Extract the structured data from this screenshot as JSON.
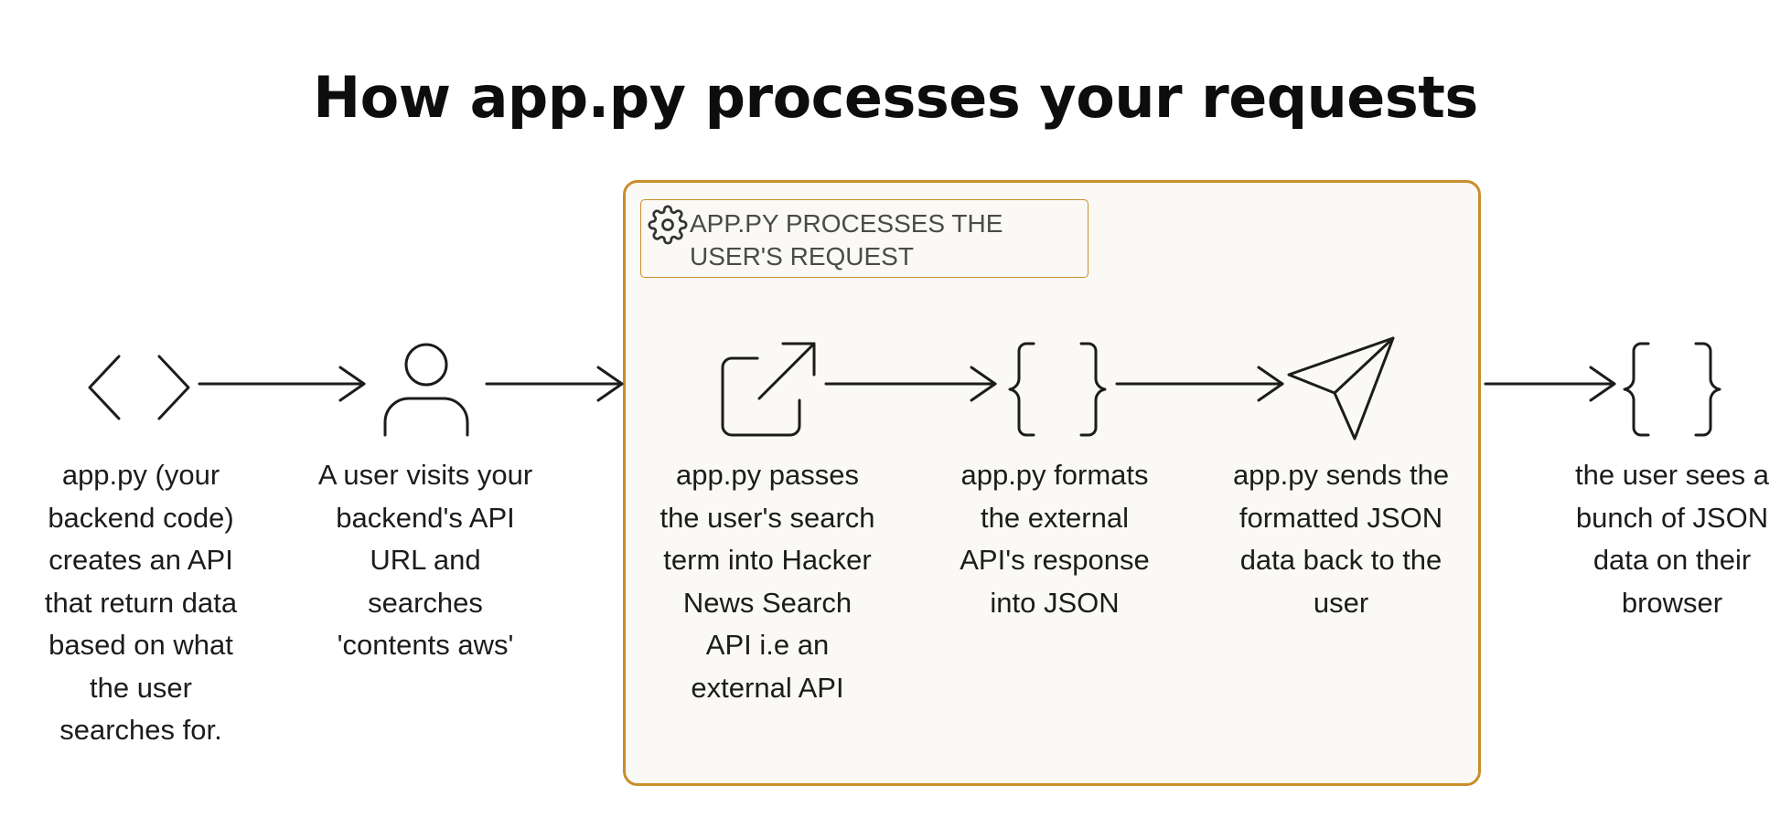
{
  "diagram": {
    "title": "How app.py processes your requests",
    "group": {
      "label": "APP.PY PROCESSES THE USER'S REQUEST",
      "icon": "gear-icon",
      "border_color": "#c98d2b",
      "fill_color": "#faf9f5"
    },
    "nodes": [
      {
        "icon": "code-icon",
        "label": "app.py (your backend code) creates an API that return data based on what the user searches for."
      },
      {
        "icon": "user-icon",
        "label": "A user visits your backend's API URL and searches 'contents aws'"
      },
      {
        "icon": "external-link-icon",
        "label": "app.py passes the user's search term into Hacker News Search API i.e an external API"
      },
      {
        "icon": "curly-braces-icon",
        "label": "app.py formats the external API's response into JSON"
      },
      {
        "icon": "send-icon",
        "label": "app.py sends the formatted JSON data back to the user"
      },
      {
        "icon": "curly-braces-icon",
        "label": "the user sees a bunch of JSON data on their browser"
      }
    ],
    "edges": [
      {
        "from": 0,
        "to": 1
      },
      {
        "from": 1,
        "to": 2
      },
      {
        "from": 2,
        "to": 3
      },
      {
        "from": 3,
        "to": 4
      },
      {
        "from": 4,
        "to": 5
      }
    ]
  }
}
